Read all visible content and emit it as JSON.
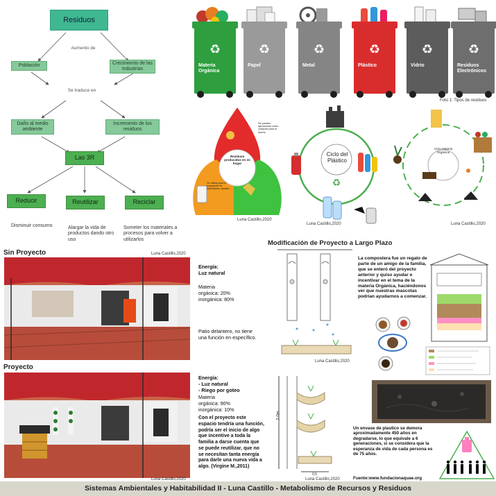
{
  "concept_map": {
    "root": "Residuos",
    "connector_1": "Aumento de",
    "branch_left": "Población",
    "branch_right": "Crecimiento de las Industrias",
    "connector_2": "Se traduce en",
    "effect_left": "Daño al medio ambiente",
    "effect_right": "Incremento de los residuos",
    "center": "Las 3R",
    "rs": [
      {
        "label": "Reducir",
        "desc": "Disminuir consumo"
      },
      {
        "label": "Reutilizar",
        "desc": "Alargar la vida de productos dando otro uso"
      },
      {
        "label": "Reciclar",
        "desc": "Someter los materiales a procesos para volver a utilizarlos"
      }
    ]
  },
  "bins": {
    "items": [
      {
        "label": "Materia Orgánica",
        "color": "#2e9e3f"
      },
      {
        "label": "Papel",
        "color": "#9a9a9a"
      },
      {
        "label": "Metal",
        "color": "#858585"
      },
      {
        "label": "Plástico",
        "color": "#d92d2d"
      },
      {
        "label": "Vidrio",
        "color": "#5c5c5c"
      },
      {
        "label": "Residuos Electrónicos",
        "color": "#6e6e6e"
      }
    ],
    "caption": "Foto 1: Tipos de residuos"
  },
  "venn": {
    "center": "Residuos producidos en mi hogar",
    "left": "Se utiliza para el transporte de lubricantes, aceites",
    "right": "Se pueden aprovechar como compost para el huerto",
    "credit": "Luna Castillo,2020"
  },
  "plastic_cycle": {
    "title": "Ciclo del Plástico",
    "credit": "Luna Castillo,2020"
  },
  "organic_cycle": {
    "center": "Ciclo Materia Orgánica",
    "credit": "Luna Castillo,2020"
  },
  "long_term_title": "Modificación de Proyecto a Largo Plazo",
  "sin_proyecto": {
    "title": "Sin Proyecto",
    "credit": "Luna Castillo,2020",
    "energia_label": "Energía:",
    "energia": "Luz natural",
    "materia_label": "Materia",
    "organica": "orgánica: 20%",
    "inorganica": "inorgánica: 80%",
    "desc": "Patio delantero, no tiene una función en específico."
  },
  "proyecto": {
    "title": "Proyecto",
    "credit": "Luna Castillo,2020",
    "energia_label": "Energía:",
    "energia_1": "- Luz natural",
    "energia_2": "- Riego por goteo",
    "materia_label": "Materia",
    "organica": "orgánica: 90%",
    "inorganica": "inorgánica: 10%",
    "desc": "Con el proyecto este espacio tendría una función, podría ser el inicio de algo que incentive a toda la familia a darse cuenta que se puede reutilizar, que no se necesitan tanta energía para darle una nueva vida a algo. (Virgine M.,2011)"
  },
  "compost_text": "La compostera fue un regalo de parte de un amigo de la familia, que se enteró del proyecto anterior y quiso ayudar e incentivar en el tema de la materia Orgánica, haciéndonos ver que nuestras mascotas podrían ayudarnos a comenzar.",
  "drip_credit_1": "Luna Castillo,2020",
  "drip_credit_2": "Luna Castillo,2020",
  "dim_vertical": "2.0m",
  "dim_small": "0.5",
  "plastic_text": "Un envase de plastico se demora aproximadamente 450 años en degradarse, lo que equivale a 6 generaciones, si se considera que la esperanza de vida de cada persona es de 75 años.",
  "plastic_source": "Fuente:www.fundacionaquae.org",
  "footer": "Sistemas Ambientales y Habitabilidad II - Luna Castillo - Metabolismo de Recursos y Residuos"
}
